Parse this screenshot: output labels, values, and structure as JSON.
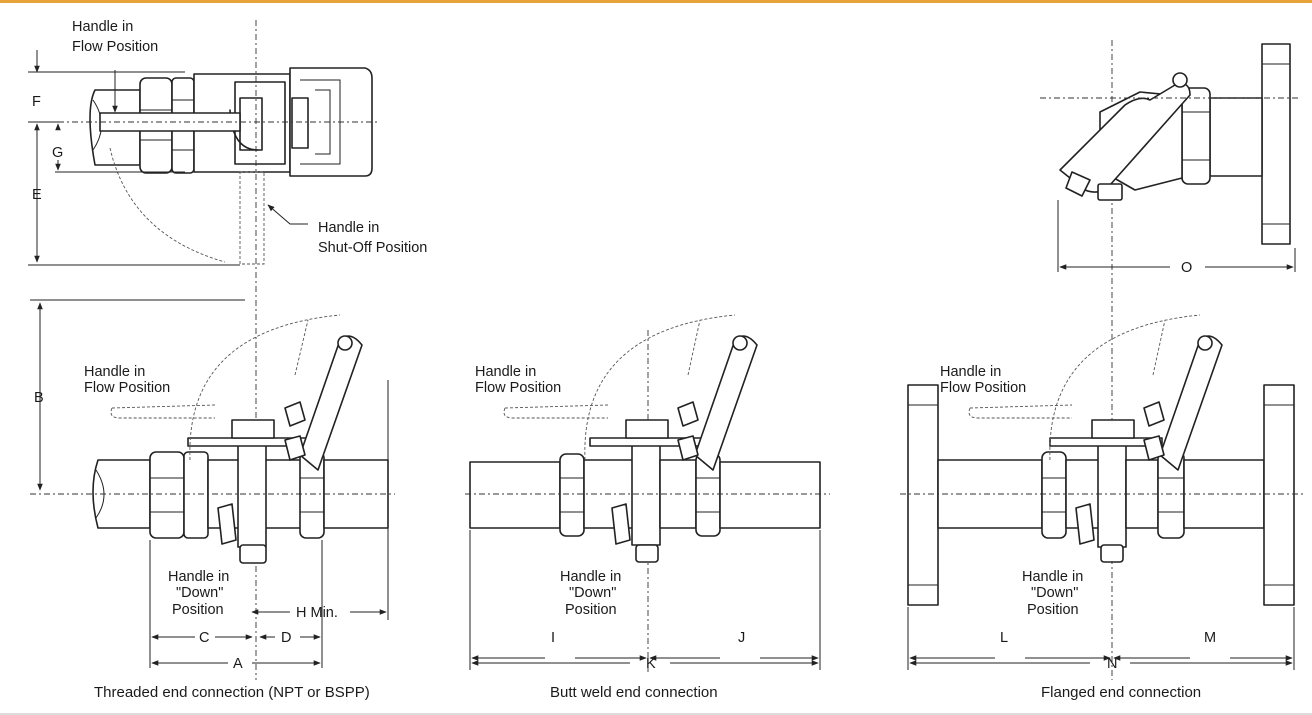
{
  "colors": {
    "accent_bar": "#e8a33a",
    "ink": "#222222",
    "background": "#ffffff"
  },
  "top_view": {
    "handle_flow_1": "Handle in",
    "handle_flow_2": "Flow Position",
    "handle_shutoff_1": "Handle in",
    "handle_shutoff_2": "Shut-Off Position",
    "dim_f": "F",
    "dim_g": "G",
    "dim_e": "E"
  },
  "threaded": {
    "handle_flow_1": "Handle in",
    "handle_flow_2": "Flow Position",
    "handle_down_1": "Handle in",
    "handle_down_2": "\"Down\"",
    "handle_down_3": "Position",
    "dim_b": "B",
    "dim_c": "C",
    "dim_d": "D",
    "dim_a": "A",
    "dim_h": "H Min.",
    "caption": "Threaded end connection (NPT or BSPP)"
  },
  "buttweld": {
    "handle_flow_1": "Handle in",
    "handle_flow_2": "Flow Position",
    "handle_down_1": "Handle in",
    "handle_down_2": "\"Down\"",
    "handle_down_3": "Position",
    "dim_i": "I",
    "dim_j": "J",
    "dim_k": "K",
    "caption": "Butt weld end connection"
  },
  "flanged": {
    "handle_flow_1": "Handle in",
    "handle_flow_2": "Flow Position",
    "handle_down_1": "Handle in",
    "handle_down_2": "\"Down\"",
    "handle_down_3": "Position",
    "dim_o": "O",
    "dim_l": "L",
    "dim_m": "M",
    "dim_n": "N",
    "caption": "Flanged end connection"
  }
}
